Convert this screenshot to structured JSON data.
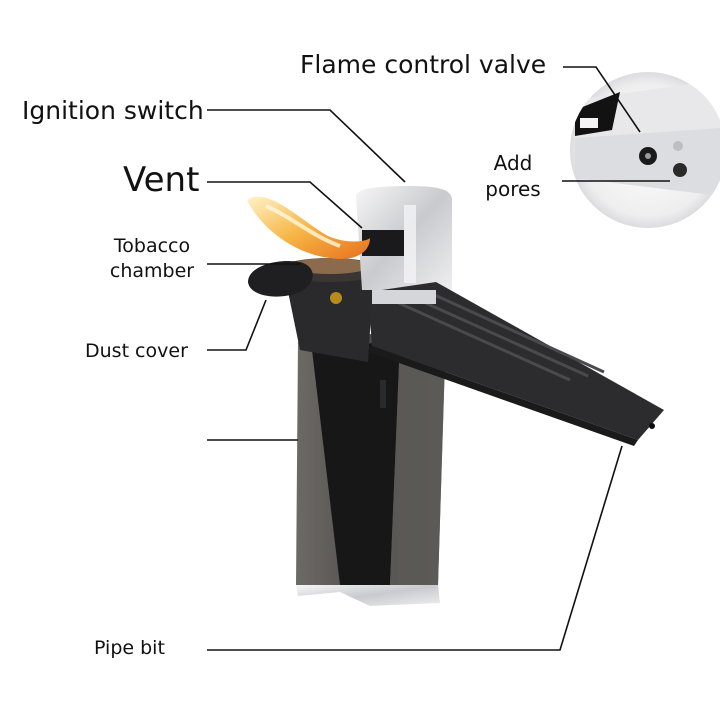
{
  "labels": {
    "flame_control_valve": "Flame control valve",
    "ignition_switch": "Ignition switch",
    "vent": "Vent",
    "tobacco_chamber_line1": "Tobacco",
    "tobacco_chamber_line2": "chamber",
    "add_pores_line1": "Add",
    "add_pores_line2": "pores",
    "dust_cover": "Dust cover",
    "pipe_bit": "Pipe bit"
  },
  "colors": {
    "background": "#ffffff",
    "label_text": "#111111",
    "leader_line": "#111111",
    "body_dark": "#1d1d1f",
    "body_gunmetal": "#5e5c59",
    "chrome": "#d9dadd",
    "flame": "#f2a23a"
  },
  "icons": {
    "product": "pipe-lighter-illustration",
    "inset": "valve-closeup-inset"
  }
}
